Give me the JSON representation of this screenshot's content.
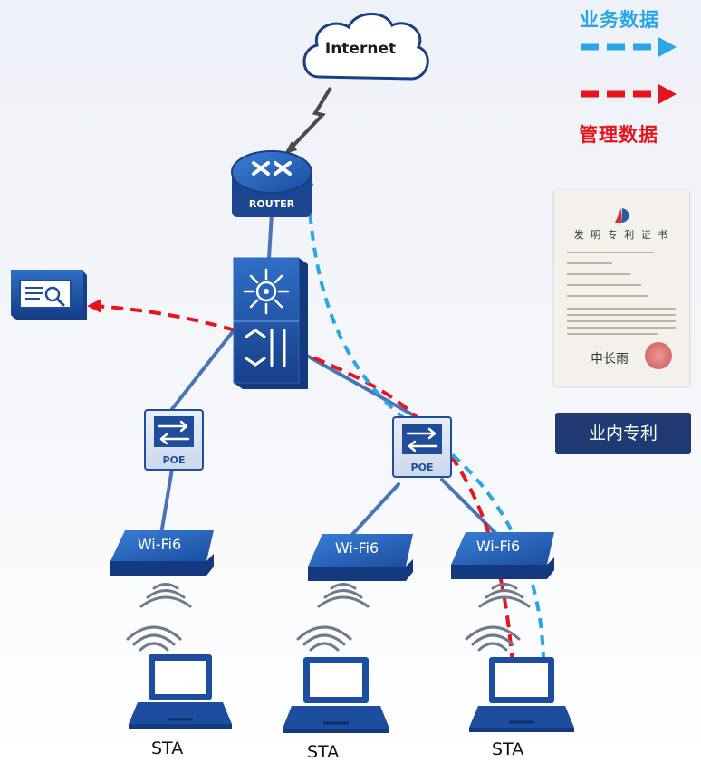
{
  "legend": {
    "business_data": "业务数据",
    "business_color": "#2aa6e6",
    "management_data": "管理数据",
    "management_color": "#e8141b"
  },
  "nodes": {
    "internet": "Internet",
    "router": "ROUTER",
    "poe_left": "POE",
    "poe_right": "POE",
    "ap_1": "Wi-Fi6",
    "ap_2": "Wi-Fi6",
    "ap_3": "Wi-Fi6",
    "sta_1": "STA",
    "sta_2": "STA",
    "sta_3": "STA"
  },
  "certificate": {
    "title": "发 明 专 利 证 书",
    "signature": "申长雨"
  },
  "patent_badge": "业内专利",
  "colors": {
    "device_blue": "#1d4fa3",
    "link_line": "#4a74b8"
  },
  "icons": [
    "cloud-icon",
    "lightning-icon",
    "router-icon",
    "core-switch-icon",
    "monitor-icon",
    "poe-switch-icon",
    "access-point-icon",
    "wifi-signal-icon",
    "laptop-icon"
  ]
}
